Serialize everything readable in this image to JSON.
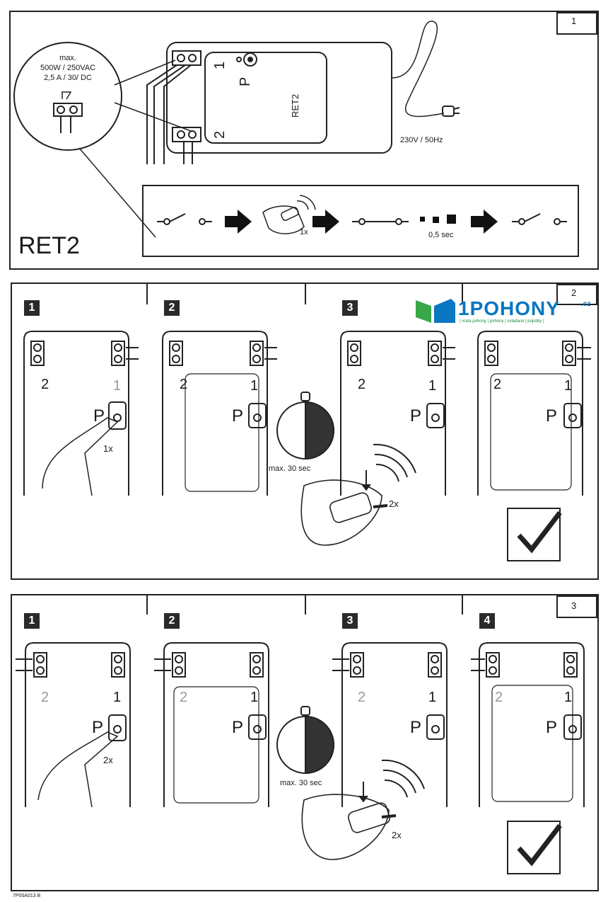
{
  "panel1": {
    "number": "1",
    "product_name": "RET2",
    "board_label": "RET2",
    "relay_spec": [
      "max.",
      "500W / 250VAC",
      "2,5 A / 30/ DC"
    ],
    "terminal_1": "1",
    "terminal_2": "2",
    "button_label": "P",
    "power_label": "230V / 50Hz",
    "sequence": {
      "press_count": "1x",
      "delay": "0,5 sec"
    }
  },
  "panel2": {
    "number": "2",
    "steps": [
      "1",
      "2",
      "3"
    ],
    "press_count": "1x",
    "timer": "max. 30 sec",
    "remote_press": "2x"
  },
  "panel3": {
    "number": "3",
    "steps": [
      "1",
      "2",
      "3",
      "4"
    ],
    "press_count": "2x",
    "timer": "max. 30 sec",
    "remote_press": "2x"
  },
  "logo": {
    "brand": "1POHONY",
    "suffix": ".cz",
    "tagline": "| vrata pohony | pohony | ovladace | pojistky |"
  },
  "footer_code": "7P00A013 B"
}
